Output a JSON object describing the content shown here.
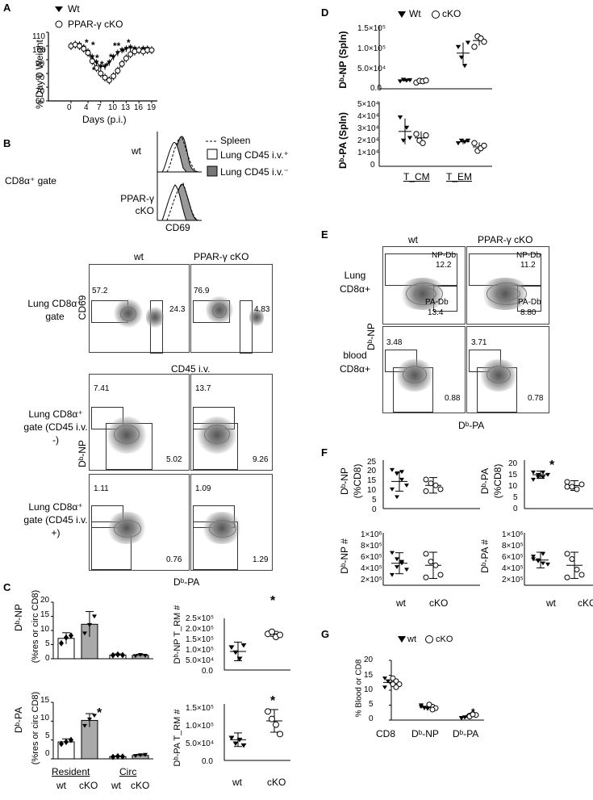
{
  "panels": {
    "A": "A",
    "B": "B",
    "C": "C",
    "D": "D",
    "E": "E",
    "F": "F",
    "G": "G"
  },
  "A": {
    "legend": {
      "wt": "Wt",
      "cko": "PPAR-γ cKO"
    },
    "ylabel": "% Day 0 Weight",
    "xlabel": "Days (p.i.)",
    "yticks": [
      "110",
      "100",
      "90",
      "80",
      "70",
      "60"
    ],
    "xticks": [
      "0",
      "4",
      "7",
      "10",
      "13",
      "16",
      "19"
    ],
    "stars": [
      "*",
      "*",
      "*",
      "*",
      "*",
      "*",
      "*",
      "**",
      "*",
      "*",
      "*"
    ]
  },
  "B": {
    "gate_label": "CD8α⁺ gate",
    "histo": {
      "legend_spleen": "Spleen",
      "legend_pos": "Lung CD45 i.v.⁺",
      "legend_neg": "Lung CD45 i.v.⁻",
      "row_wt": "wt",
      "row_cko": "PPAR-γ cKO",
      "xlabel": "CD69"
    },
    "col_wt": "wt",
    "col_cko": "PPAR-γ cKO",
    "row1_label": "Lung CD8α⁺ gate",
    "row1_ylabel": "CD69",
    "row1_xlabel": "CD45 i.v.",
    "row1": {
      "wt": [
        "57.2",
        "24.3"
      ],
      "cko": [
        "76.9",
        "4.83"
      ]
    },
    "row2_label": "Lung CD8α⁺ gate (CD45 i.v. -)",
    "row2": {
      "wt": [
        "7.41",
        "5.02"
      ],
      "cko": [
        "13.7",
        "9.26"
      ]
    },
    "row3_label": "Lung CD8α⁺ gate (CD45 i.v. +)",
    "row3": {
      "wt": [
        "1.11",
        "0.76"
      ],
      "cko": [
        "1.09",
        "1.29"
      ]
    },
    "ylabel_np": "Dᵇ-NP",
    "xlabel_pa": "Dᵇ-PA"
  },
  "C": {
    "np_ylabel1": "Dᵇ-NP",
    "np_ylabel2": "(%res or circ CD8)",
    "pa_ylabel1": "Dᵇ-PA",
    "pa_ylabel2": "(%res or circ CD8)",
    "np_yticks": [
      "20",
      "15",
      "10",
      "5",
      "0"
    ],
    "pa_yticks": [
      "15",
      "10",
      "5",
      "0"
    ],
    "group_resident": "Resident",
    "group_circ": "Circ",
    "x_labels": [
      "wt",
      "cKO",
      "wt",
      "cKO"
    ],
    "trm_np_ylabel": "Dᵇ-NP T_RM #",
    "trm_np_yticks": [
      "2.5×10⁵",
      "2.0×10⁵",
      "1.5×10⁵",
      "1.0×10⁵",
      "5.0×10⁴",
      "0.0"
    ],
    "trm_pa_ylabel": "Dᵇ-PA T_RM #",
    "trm_pa_yticks": [
      "1.5×10⁵",
      "1.0×10⁵",
      "5.0×10⁴",
      "0.0"
    ],
    "trm_x": [
      "wt",
      "cKO"
    ],
    "star": "*"
  },
  "D": {
    "legend": {
      "wt": "Wt",
      "cko": "cKO"
    },
    "np_ylabel": "Dᵇ-NP (Spln)",
    "np_yticks": [
      "1.5×10⁵",
      "1.0×10⁵",
      "5.0×10⁴",
      "0.0"
    ],
    "pa_ylabel": "Dᵇ-PA (Spln)",
    "pa_yticks": [
      "5×10⁴",
      "4×10⁴",
      "3×10⁴",
      "2×10⁴",
      "1×10⁴",
      "0"
    ],
    "x": [
      "T_CM",
      "T_EM"
    ]
  },
  "E": {
    "col_wt": "wt",
    "col_cko": "PPAR-γ cKO",
    "row1_label": "Lung CD8α+",
    "row2_label": "blood CD8α+",
    "gate_np": "NP-Db",
    "gate_pa": "PA-Db",
    "lung": {
      "wt": [
        "12.2",
        "13.4"
      ],
      "cko": [
        "11.2",
        "8.80"
      ]
    },
    "blood": {
      "wt": [
        "3.48",
        "0.88"
      ],
      "cko": [
        "3.71",
        "0.78"
      ]
    },
    "ylabel": "Dᵇ-NP",
    "xlabel": "Dᵇ-PA"
  },
  "F": {
    "np_pct_ylabel": [
      "Dᵇ-NP",
      "(%CD8)"
    ],
    "np_pct_yticks": [
      "25",
      "20",
      "15",
      "10",
      "5",
      "0"
    ],
    "pa_pct_ylabel": [
      "Dᵇ-PA",
      "(%CD8)"
    ],
    "pa_pct_yticks": [
      "20",
      "15",
      "10",
      "5",
      "0"
    ],
    "np_num_ylabel": "Dᵇ-NP #",
    "np_num_yticks": [
      "1×10⁶",
      "8×10⁵",
      "6×10⁵",
      "4×10⁵",
      "2×10⁵"
    ],
    "pa_num_ylabel": "Dᵇ-PA #",
    "pa_num_yticks": [
      "1×10⁶",
      "8×10⁵",
      "6×10⁵",
      "4×10⁵",
      "2×10⁵"
    ],
    "x": [
      "wt",
      "cKO"
    ],
    "star": "*"
  },
  "G": {
    "legend": {
      "wt": "wt",
      "cko": "cKO"
    },
    "ylabel": "% Blood or CD8",
    "yticks": [
      "20",
      "15",
      "10",
      "5",
      "0"
    ],
    "x": [
      "CD8",
      "Dᵇ-NP",
      "Dᵇ-PA"
    ],
    "star": "*"
  }
}
